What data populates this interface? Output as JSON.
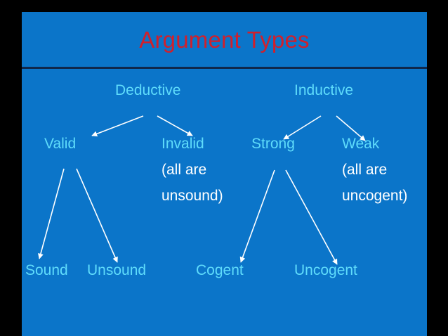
{
  "slide": {
    "background_color": "#0b75c9",
    "frame_color": "#000000",
    "divider_color": "#10284b",
    "title": "Argument Types",
    "title_color": "#d0202c",
    "node_color": "#5fdcfb",
    "note_color": "#ffffff",
    "arrow_color": "#ffffff"
  },
  "diagram": {
    "type": "tree",
    "nodes": [
      {
        "id": "deductive",
        "label": "Deductive",
        "level": 1,
        "color": "#5fdcfb"
      },
      {
        "id": "inductive",
        "label": "Inductive",
        "level": 1,
        "color": "#5fdcfb"
      },
      {
        "id": "valid",
        "label": "Valid",
        "level": 2,
        "color": "#5fdcfb"
      },
      {
        "id": "invalid",
        "label": "Invalid",
        "level": 2,
        "color": "#5fdcfb"
      },
      {
        "id": "strong",
        "label": "Strong",
        "level": 2,
        "color": "#5fdcfb"
      },
      {
        "id": "weak",
        "label": "Weak",
        "level": 2,
        "color": "#5fdcfb"
      },
      {
        "id": "sound",
        "label": "Sound",
        "level": 3,
        "color": "#5fdcfb"
      },
      {
        "id": "unsound",
        "label": "Unsound",
        "level": 3,
        "color": "#5fdcfb"
      },
      {
        "id": "cogent",
        "label": "Cogent",
        "level": 3,
        "color": "#5fdcfb"
      },
      {
        "id": "uncogent",
        "label": "Uncogent",
        "level": 3,
        "color": "#5fdcfb"
      }
    ],
    "notes": [
      {
        "id": "invalid-note",
        "line1": "(all are",
        "line2": "unsound)",
        "attached_to": "invalid",
        "color": "#ffffff"
      },
      {
        "id": "weak-note",
        "line1": "(all are",
        "line2": "uncogent)",
        "attached_to": "weak",
        "color": "#ffffff"
      }
    ],
    "edges": [
      {
        "from": "deductive",
        "to": "valid"
      },
      {
        "from": "deductive",
        "to": "invalid"
      },
      {
        "from": "inductive",
        "to": "strong"
      },
      {
        "from": "inductive",
        "to": "weak"
      },
      {
        "from": "valid",
        "to": "sound"
      },
      {
        "from": "valid",
        "to": "unsound"
      },
      {
        "from": "strong",
        "to": "cogent"
      },
      {
        "from": "strong",
        "to": "uncogent"
      }
    ]
  }
}
